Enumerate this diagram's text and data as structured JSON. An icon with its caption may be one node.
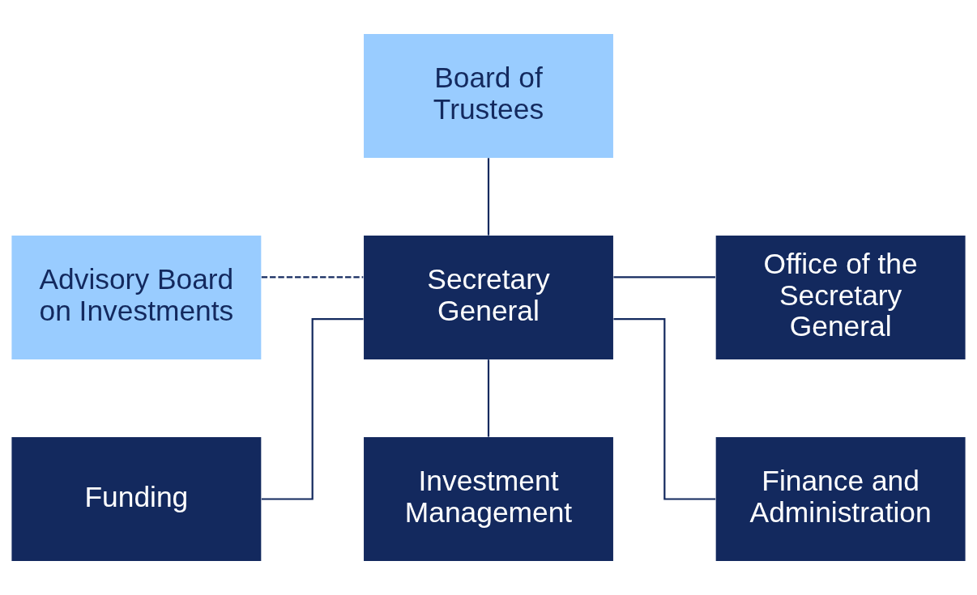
{
  "diagram": {
    "nodes": [
      {
        "text": [
          "Board of Trustees"
        ]
      },
      {
        "text": [
          "Advisory Board on Investments"
        ]
      },
      {
        "text": [
          "Secretary General"
        ]
      },
      {
        "text": [
          "Office of the Secretary General"
        ]
      },
      {
        "text": [
          "Funding"
        ]
      },
      {
        "text": [
          "Investment Management"
        ]
      },
      {
        "text": [
          "Finance and Administration"
        ]
      }
    ],
    "edges": [
      {
        "from": 0,
        "to": 2,
        "arrow": "none"
      },
      {
        "from": 1,
        "to": 2,
        "arrow": "none",
        "style": "dashed"
      },
      {
        "from": 2,
        "to": 3,
        "arrow": "none"
      },
      {
        "from": 2,
        "to": 4,
        "arrow": "none"
      },
      {
        "from": 2,
        "to": 5,
        "arrow": "none"
      },
      {
        "from": 2,
        "to": 6,
        "arrow": "none"
      }
    ]
  }
}
